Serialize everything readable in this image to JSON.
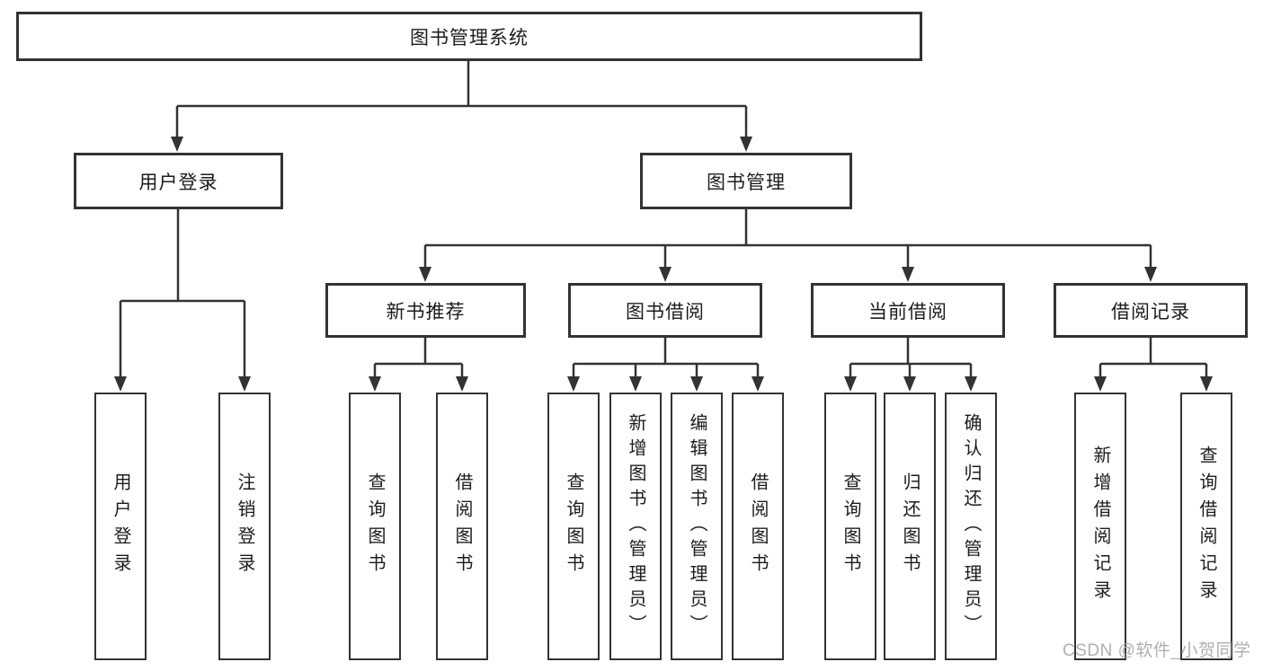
{
  "diagram": {
    "root": {
      "label": "图书管理系统"
    },
    "branches": [
      {
        "label": "用户登录",
        "children": [
          {
            "label": "用户登录"
          },
          {
            "label": "注销登录"
          }
        ]
      },
      {
        "label": "图书管理",
        "children": [
          {
            "label": "新书推荐",
            "children": [
              {
                "label": "查询图书"
              },
              {
                "label": "借阅图书"
              }
            ]
          },
          {
            "label": "图书借阅",
            "children": [
              {
                "label": "查询图书"
              },
              {
                "label": "新增图书（管理员）"
              },
              {
                "label": "编辑图书（管理员）"
              },
              {
                "label": "借阅图书"
              }
            ]
          },
          {
            "label": "当前借阅",
            "children": [
              {
                "label": "查询图书"
              },
              {
                "label": "归还图书"
              },
              {
                "label": "确认归还（管理员）"
              }
            ]
          },
          {
            "label": "借阅记录",
            "children": [
              {
                "label": "新增借阅记录"
              },
              {
                "label": "查询借阅记录"
              }
            ]
          }
        ]
      }
    ]
  },
  "watermark": {
    "text": "CSDN @软件_小贺同学"
  },
  "colors": {
    "line": "#333333",
    "box_border": "#333333",
    "text": "#1c1c1c",
    "background": "#ffffff",
    "watermark": "#a8a8aa"
  }
}
